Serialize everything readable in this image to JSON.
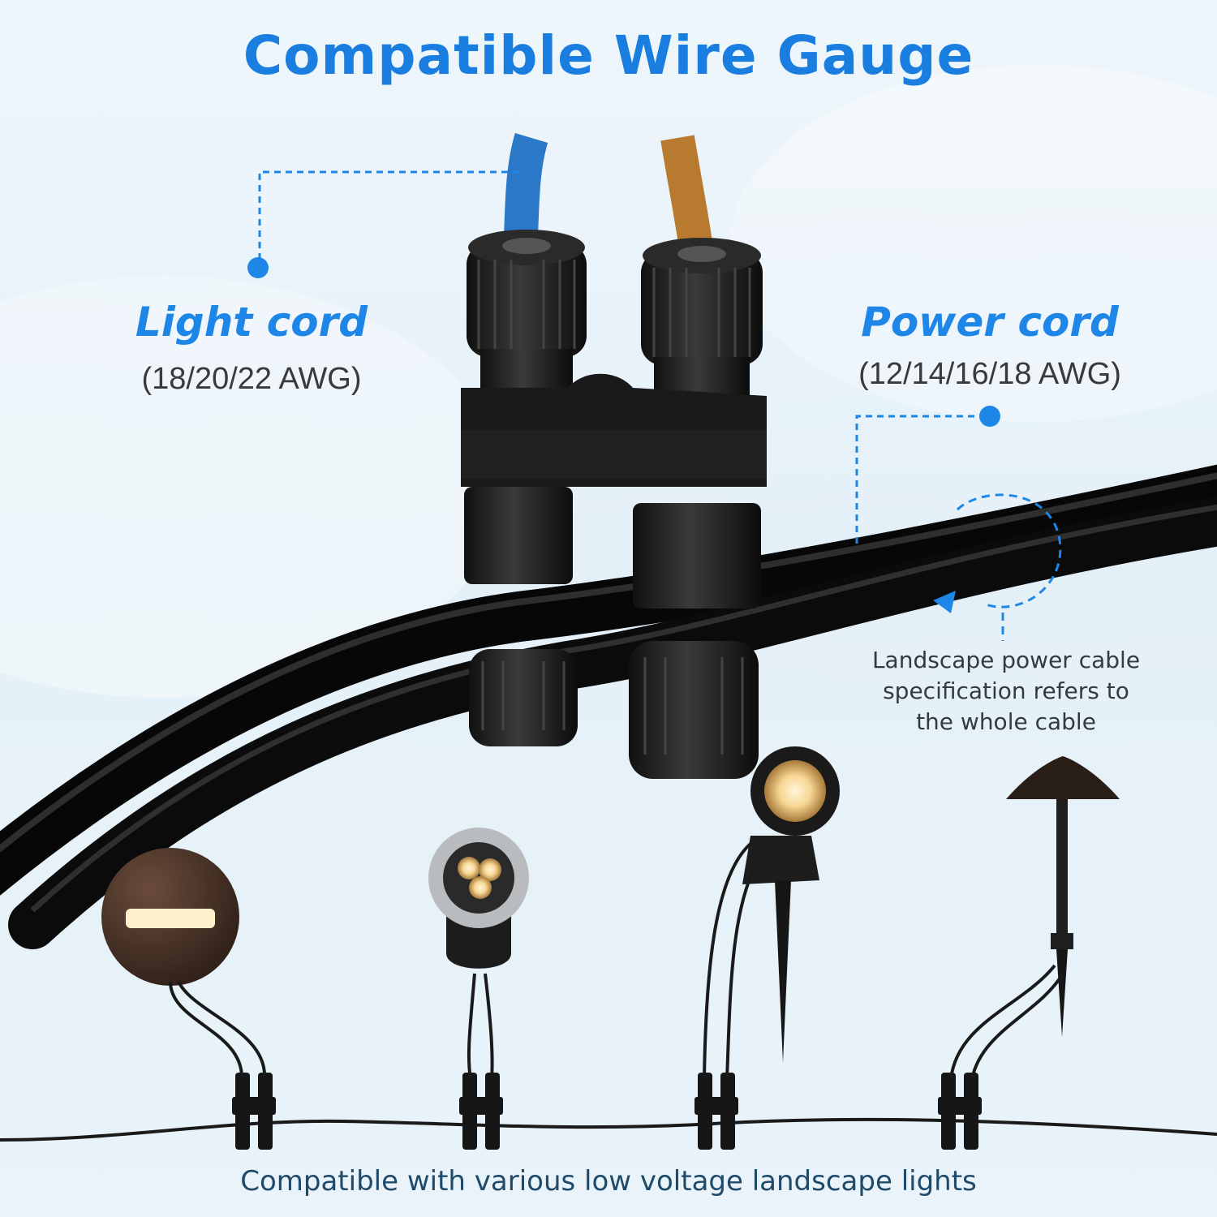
{
  "title": "Compatible Wire Gauge",
  "light_cord": {
    "label": "Light cord",
    "spec": "(18/20/22 AWG)",
    "wire_color": "#2b78c8"
  },
  "power_cord": {
    "label": "Power cord",
    "spec": "(12/14/16/18 AWG)",
    "wire_color": "#b87a2e"
  },
  "cable_note": {
    "lines": [
      "Landscape power cable",
      "specification refers to",
      "the whole cable"
    ]
  },
  "caption": "Compatible with various low voltage landscape lights",
  "colors": {
    "accent": "#1a7ee0",
    "callout_line": "#1e86e6",
    "connector": "#1b1b1b"
  },
  "lights": [
    "deck-light",
    "in-ground-well-light",
    "spotlight",
    "path-light"
  ]
}
